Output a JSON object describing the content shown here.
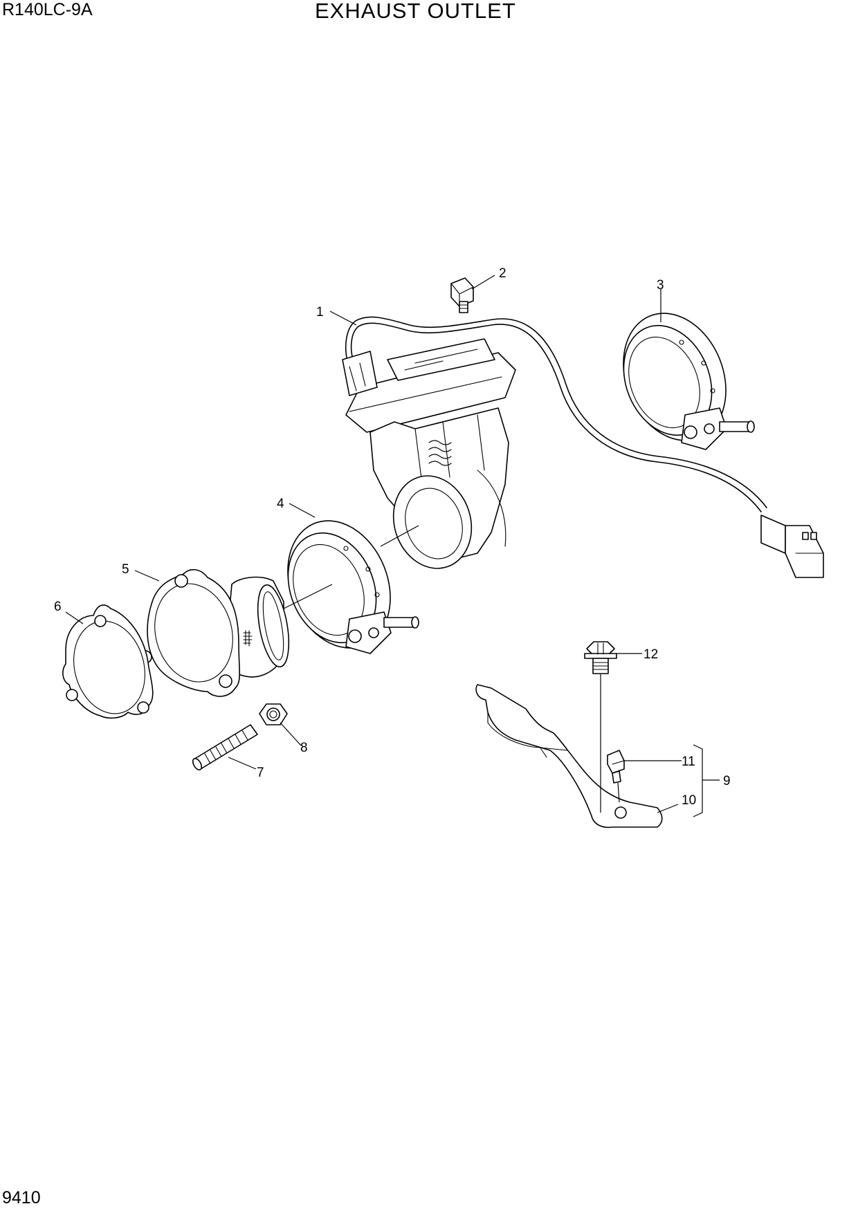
{
  "header": {
    "model": "R140LC-9A",
    "title": "EXHAUST OUTLET"
  },
  "footer": {
    "page_number": "9410"
  },
  "callouts": [
    "1",
    "2",
    "3",
    "4",
    "5",
    "6",
    "7",
    "8",
    "9",
    "10",
    "11",
    "12"
  ]
}
